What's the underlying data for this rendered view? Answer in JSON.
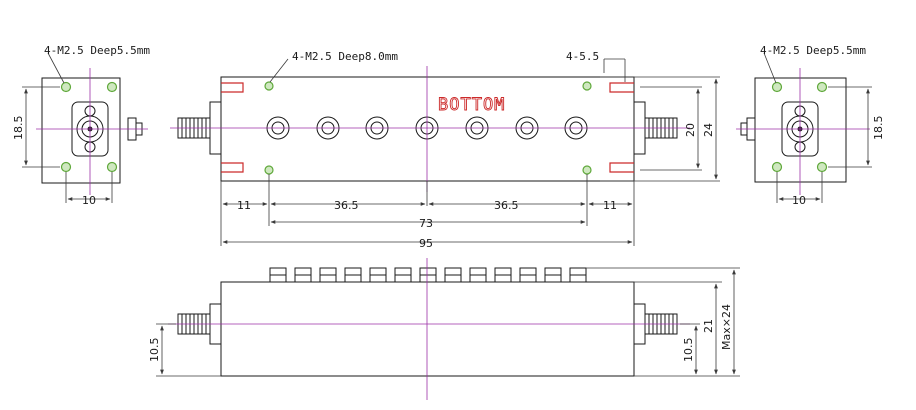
{
  "labels": {
    "left_holes": "4-M2.5 Deep5.5mm",
    "top_holes": "4-M2.5 Deep8.0mm",
    "right_holes": "4-M2.5 Deep5.5mm",
    "top_right_holes": "4-5.5",
    "bottom": "BOTTOM"
  },
  "dimensions": {
    "left_height": "18.5",
    "left_width": "10",
    "right_height": "18.5",
    "right_width": "10",
    "side_20": "20",
    "side_24": "24",
    "d11_left": "11",
    "d36_5_left": "36.5",
    "d36_5_right": "36.5",
    "d11_right": "11",
    "d73": "73",
    "d95": "95",
    "front_left": "10.5",
    "front_right": "10.5",
    "front_21": "21",
    "front_max": "Max×24"
  },
  "colors": {
    "center_line": "#9b2fa6",
    "accent_red": "#cc2a2a",
    "hole_green": "#5fa83a",
    "outline": "#1a1a1a"
  }
}
